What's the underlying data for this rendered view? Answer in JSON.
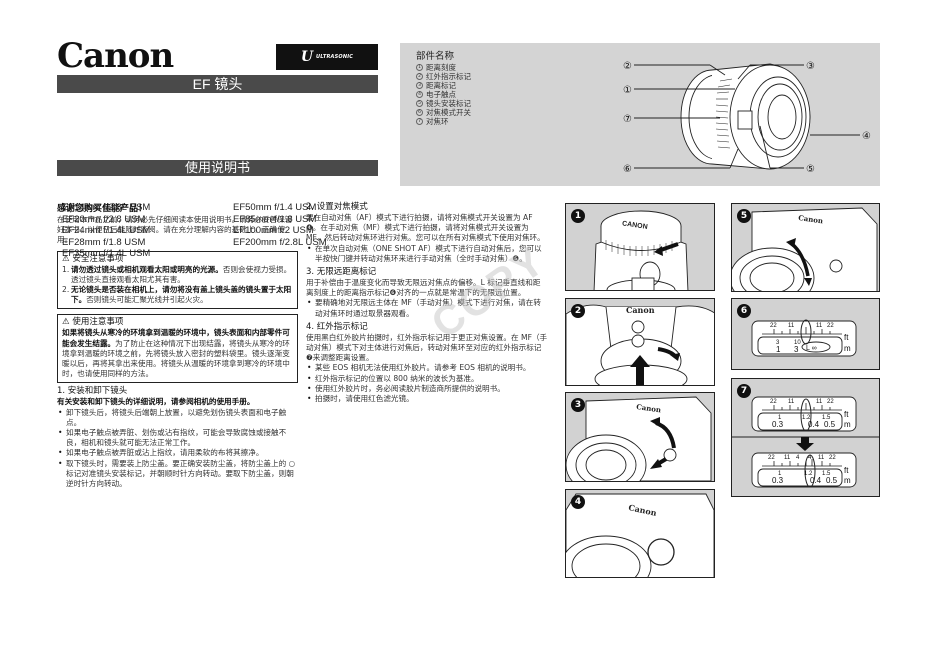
{
  "header": {
    "brand": "Canon",
    "usm_badge": {
      "mark": "U",
      "text": "ULTRASONIC"
    },
    "product_title": "EF 镜头",
    "document_title": "使用说明书",
    "lenses_col1": [
      "EF14mm f/2.8L USM",
      "EF20mm f/2.8 USM",
      "EF24mm f/1.4L USM",
      "EF28mm f/1.8 USM",
      "EF35mm f/1.4L USM"
    ],
    "lenses_col2": [
      "EF50mm f/1.4 USM",
      "EF85mm f/1.8 USM",
      "EF100mm f/2 USM",
      "EF200mm f/2.8L USM"
    ]
  },
  "parts": {
    "title": "部件名称",
    "items": [
      {
        "num": "1",
        "label": "距离刻度"
      },
      {
        "num": "2",
        "label": "红外指示标记"
      },
      {
        "num": "3",
        "label": "距离标记"
      },
      {
        "num": "4",
        "label": "电子触点"
      },
      {
        "num": "5",
        "label": "镜头安装标记"
      },
      {
        "num": "6",
        "label": "对焦模式开关"
      },
      {
        "num": "7",
        "label": "对焦环"
      }
    ],
    "callouts": [
      "①",
      "②",
      "③",
      "④",
      "⑤",
      "⑥",
      "⑦"
    ]
  },
  "intro": {
    "title": "感谢您购买佳能产品！",
    "body": "在使用本产品之前，请务必先仔细阅读本使用说明书。请务必妥善保管好本书，以便日后能随时查阅。请在充分理解内容的基础上，正确使用。"
  },
  "safety": {
    "title": "⚠ 安全注意事项",
    "items": [
      {
        "n": "1.",
        "bold": "请勿透过镜头或相机观看太阳或明亮的光源。",
        "text": "否则会使视力受损。透过镜头直接观看太阳尤其有害。"
      },
      {
        "n": "2.",
        "bold": "无论镜头是否装在相机上，请勿将没有盖上镜头盖的镜头置于太阳下。",
        "text": "否则镜头可能汇聚光线并引起火灾。"
      }
    ]
  },
  "usage": {
    "title": "⚠ 使用注意事项",
    "bold": "如果将镜头从寒冷的环境拿到温暖的环境中，镜头表面和内部零件可能会发生结露。",
    "text": "为了防止在这种情况下出现结露，将镜头从寒冷的环境拿到温暖的环境之前，先将镜头放入密封的塑料袋里。镜头逐渐变暖以后，再将其拿出来使用。将镜头从温暖的环境拿到寒冷的环境中时，也请使用同样的方法。"
  },
  "section1": {
    "title": "1. 安装和卸下镜头",
    "subtitle": "有关安装和卸下镜头的详细说明，请参阅相机的使用手册。",
    "bullets": [
      "卸下镜头后，将镜头后端朝上放置，以避免划伤镜头表面和电子触点。",
      "如果电子触点被弄脏、划伤或沾有指纹，可能会导致腐蚀或接触不良，相机和镜头就可能无法正常工作。",
      "如果电子触点被弄脏或沾上指纹，请用柔软的布将其擦净。",
      "取下镜头时，需要装上防尘盖。要正确安装防尘盖，将防尘盖上的 ○ 标记对准镜头安装标记，并朝顺时针方向转动。要取下防尘盖，则朝逆时针方向转动。"
    ]
  },
  "section2": {
    "title": "2. 设置对焦模式",
    "body": "要在自动对焦（AF）模式下进行拍摄，请将对焦模式开关设置为 AF ❹。在手动对焦（MF）模式下进行拍摄，请将对焦模式开关设置为 MF，然后转动对焦环进行对焦。您可以在所有对焦模式下使用对焦环。",
    "bullets": [
      "在单次自动对焦（ONE SHOT AF）模式下进行自动对焦后，您可以半按快门键并转动对焦环来进行手动对焦（全时手动对焦）❺。"
    ]
  },
  "section3": {
    "title": "3. 无限远距离标记",
    "body": "用于补偿由于温度变化而导致无限远对焦点的偏移。L 标记垂直线和距离刻度上的距离指示标记❻对齐的一点就是常温下的无限远位置。",
    "bullets": [
      "要精确地对无限远主体在 MF（手动对焦）模式下进行对焦，请在转动对焦环时通过取景器观看。"
    ]
  },
  "section4": {
    "title": "4. 红外指示标记",
    "body": "使用黑白红外胶片拍摄时，红外指示标记用于更正对焦设置。在 MF（手动对焦）模式下对主体进行对焦后，转动对焦环至对应的红外指示标记❼来调整距离设置。",
    "bullets": [
      "某些 EOS 相机无法使用红外胶片。请参考 EOS 相机的说明书。",
      "红外指示标记的位置以 800 纳米的波长为基准。",
      "使用红外胶片时，务必阅读胶片制造商所提供的说明书。",
      "拍摄时，请使用红色滤光镜。"
    ]
  },
  "figures": {
    "fig1": {
      "badge": "1",
      "cap_text": "CANON"
    },
    "fig2": {
      "badge": "2",
      "brand": "Canon"
    },
    "fig3": {
      "badge": "3",
      "brand": "Canon"
    },
    "fig4": {
      "badge": "4",
      "brand": "Canon"
    },
    "fig5": {
      "badge": "5",
      "brand": "Canon"
    },
    "fig6": {
      "badge": "6",
      "ft_ticks": [
        "22",
        "11",
        "11",
        "22"
      ],
      "m_values": [
        "3",
        "10",
        "1",
        "3"
      ],
      "unit_ft": "ft",
      "unit_m": "m",
      "infinity": "L ∞"
    },
    "fig7": {
      "badge": "7",
      "top": {
        "ft_ticks": [
          "22",
          "11",
          "11",
          "22"
        ],
        "ft_values": [
          "1",
          "1.2",
          "1.5"
        ],
        "m_values": [
          "0.3",
          "0.4",
          "0.5"
        ]
      },
      "bottom": {
        "ft_ticks": [
          "22",
          "11",
          "4",
          "4",
          "11",
          "22"
        ],
        "ft_values": [
          "1",
          "1.2",
          "1.5"
        ],
        "m_values": [
          "0.3",
          "0.4",
          "0.5"
        ]
      },
      "unit_ft": "ft",
      "unit_m": "m"
    }
  },
  "watermark": "COPY"
}
